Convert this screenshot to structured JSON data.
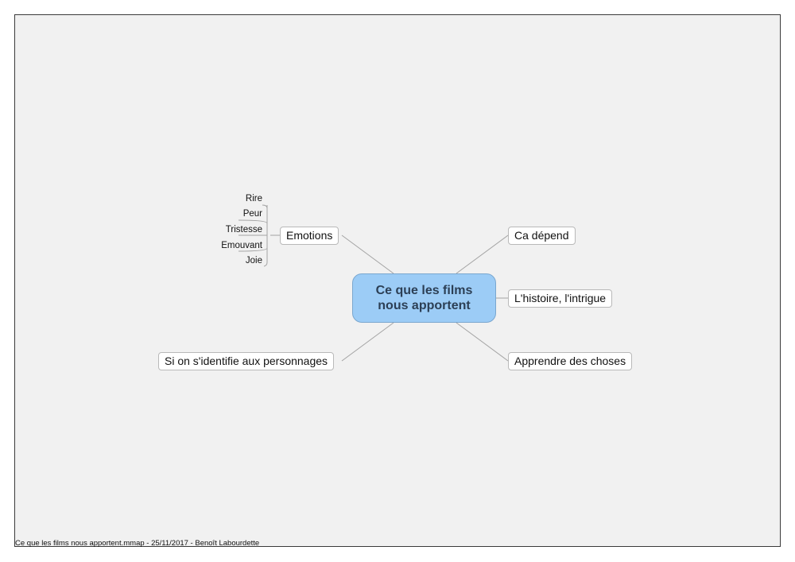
{
  "central": {
    "line1": "Ce que les films",
    "line2": "nous apportent"
  },
  "branches": {
    "emotions": "Emotions",
    "identifie": "Si on s'identifie aux personnages",
    "depend": "Ca dépend",
    "histoire": "L'histoire, l'intrigue",
    "apprendre": "Apprendre des choses"
  },
  "emotion_children": [
    "Rire",
    "Peur",
    "Tristesse",
    "Emouvant",
    "Joie"
  ],
  "footer": "Ce que les films nous apportent.mmap - 25/11/2017 - Benoît Labourdette"
}
